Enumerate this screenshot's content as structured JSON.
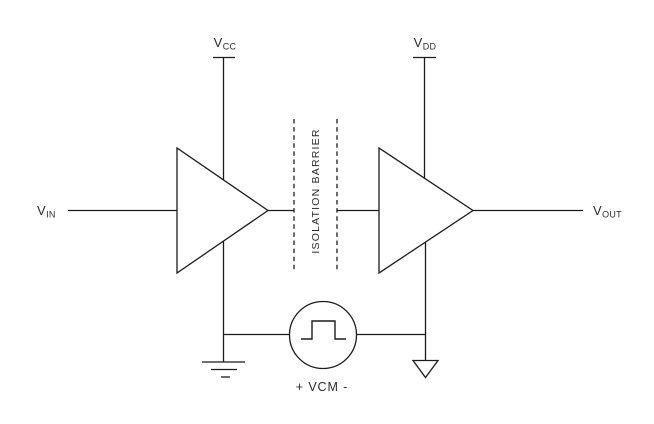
{
  "colors": {
    "line": "#1c1c1c",
    "text": "#2b2b2b",
    "background": "#ffffff"
  },
  "labels": {
    "vin": {
      "main": "V",
      "sub": "IN"
    },
    "vcc": {
      "main": "V",
      "sub": "CC"
    },
    "vdd": {
      "main": "V",
      "sub": "DD"
    },
    "vout": {
      "main": "V",
      "sub": "OUT"
    },
    "isolation_barrier": "ISOLATION BARRIER",
    "vcm": "+ VCM -"
  },
  "icons": [
    "input-buffer-triangle-icon",
    "output-buffer-triangle-icon",
    "vcc-supply-rail-icon",
    "vdd-supply-rail-icon",
    "isolation-barrier-dashed-lines-icon",
    "pulse-source-icon",
    "earth-ground-icon",
    "signal-ground-icon"
  ]
}
